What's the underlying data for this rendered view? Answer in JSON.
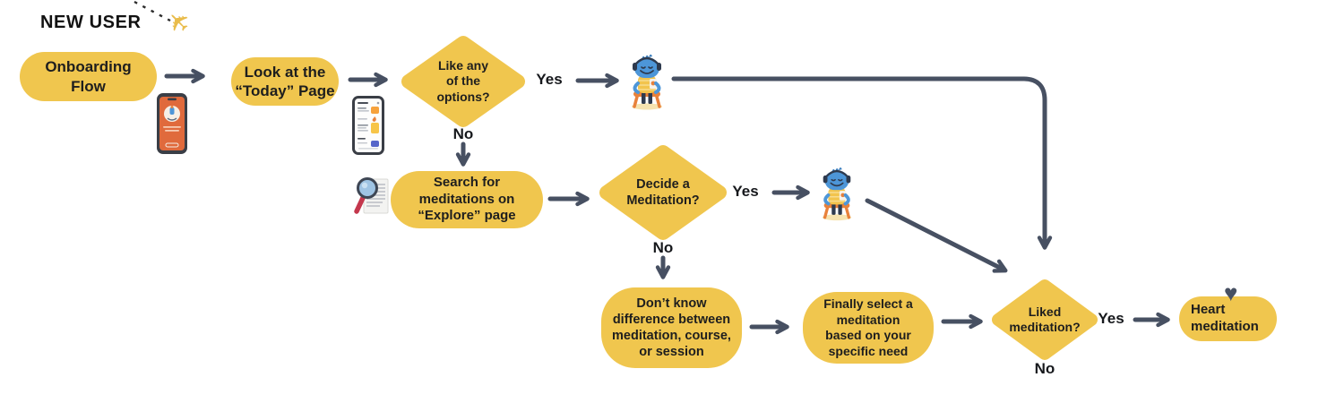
{
  "title": "NEW USER",
  "colors": {
    "node_yellow": "#F0C64E",
    "connector": "#475062",
    "text_dark": "#1E1E1E",
    "plane_yellow": "#E9BC4B",
    "heart": "#475062"
  },
  "icons": {
    "plane": "✈",
    "heart": "♥"
  },
  "nodes": {
    "onboarding_flow": "Onboarding\nFlow",
    "look_today": "Look at the\n“Today” Page",
    "like_options": "Like any\nof the\noptions?",
    "search_explore": "Search for\nmeditations on\n“Explore” page",
    "decide_meditation": "Decide a\nMeditation?",
    "dont_know": "Don’t know\ndifference between\nmeditation, course,\nor session",
    "finally_select": "Finally select a\nmeditation\nbased on your\nspecific need",
    "liked_meditation": "Liked\nmeditation?",
    "heart_meditation": "Heart\nmeditation"
  },
  "labels": {
    "like_options_yes": "Yes",
    "like_options_no": "No",
    "decide_yes": "Yes",
    "decide_no": "No",
    "liked_yes": "Yes",
    "liked_no": "No"
  }
}
